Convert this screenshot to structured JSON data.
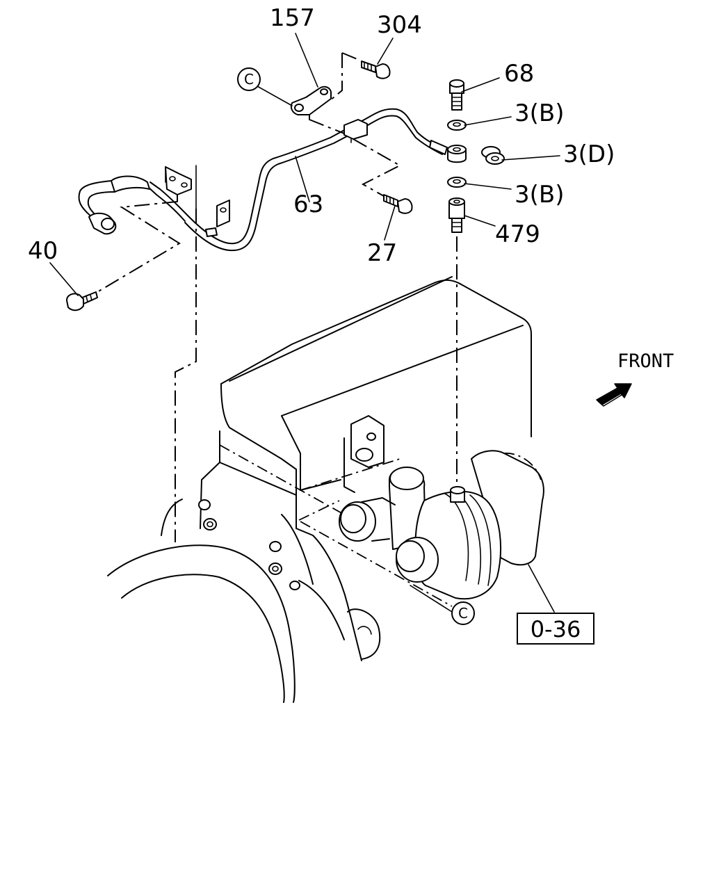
{
  "callouts": {
    "c157": "157",
    "c304": "304",
    "c68": "68",
    "c3b_top": "3(B)",
    "c3d": "3(D)",
    "c3b_bottom": "3(B)",
    "c63": "63",
    "c27": "27",
    "c479": "479",
    "c40": "40"
  },
  "connector_markers": {
    "top": "C",
    "bottom": "C"
  },
  "direction_label": "FRONT",
  "reference_box": "0-36"
}
